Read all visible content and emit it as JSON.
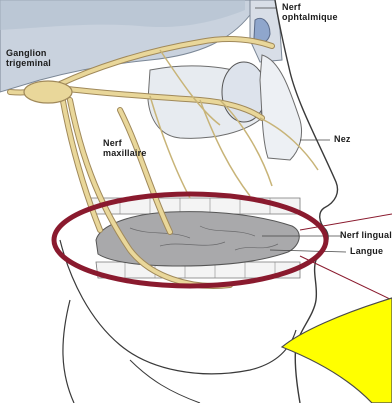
{
  "labels": {
    "nerf_ophtalmique": [
      "Nerf",
      "ophtalmique"
    ],
    "ganglion_trigeminal": [
      "Ganglion",
      "trigeminal"
    ],
    "nerf_maxillaire": [
      "Nerf",
      "maxillaire"
    ],
    "nez": "Nez",
    "nerf_lingual": "Nerf lingual",
    "langue": "Langue"
  },
  "colors": {
    "skull_fill": "#c9d2de",
    "nerve": "#e9d79a",
    "nerve_outline": "#a0895a",
    "tongue": "#a9a9ab",
    "highlight_ellipse": "#8a1a2e",
    "callout": "#ffff00",
    "outline": "#3a3a3a"
  }
}
